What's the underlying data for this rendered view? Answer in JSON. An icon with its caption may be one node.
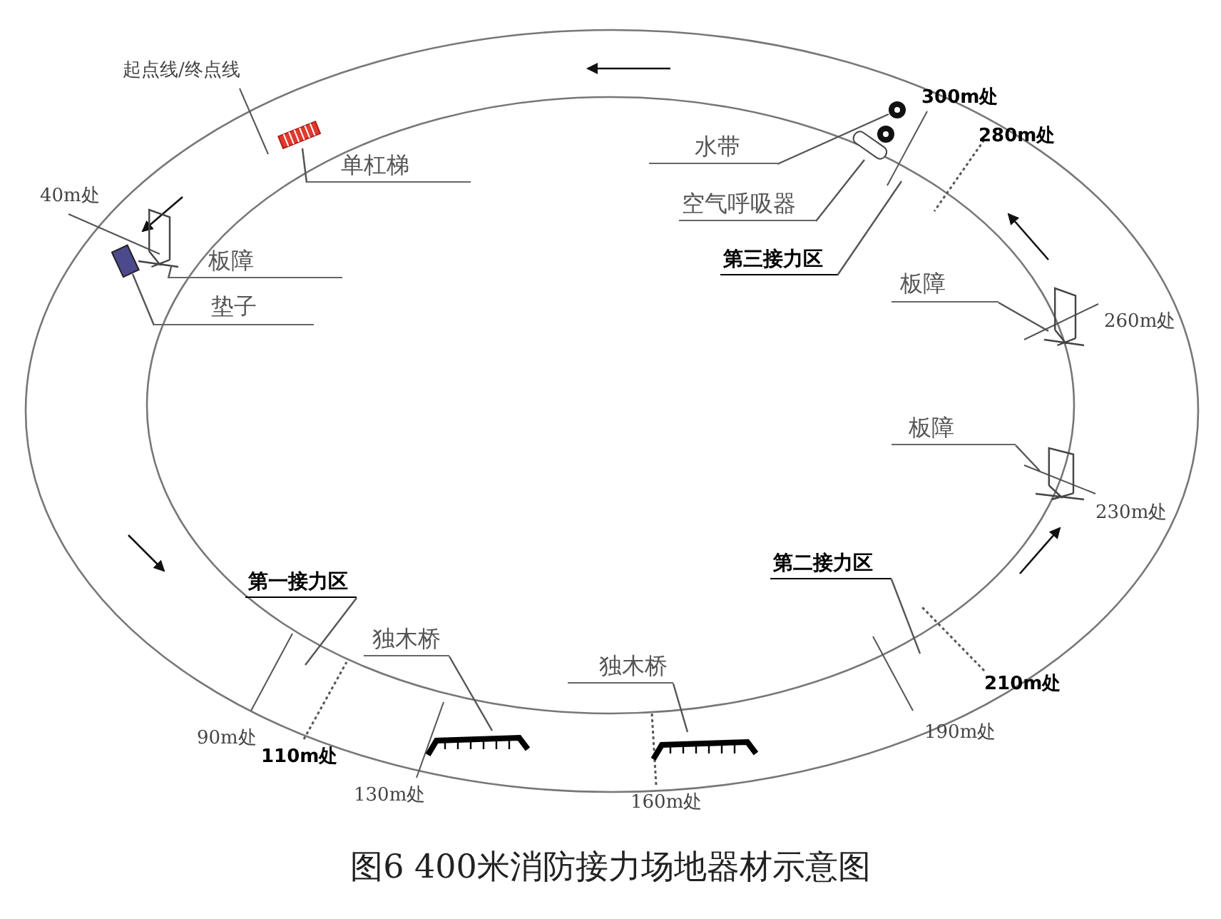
{
  "diagram": {
    "caption": "图6  400米消防接力场地器材示意图",
    "nodes": [
      {
        "text": [
          "单杠梯"
        ]
      },
      {
        "text": [],
        "shape": "picture"
      },
      {
        "text": [
          "板障"
        ]
      },
      {
        "text": [],
        "shape": "picture"
      },
      {
        "text": [
          "垫子"
        ]
      },
      {
        "text": [],
        "shape": "box"
      },
      {
        "text": [
          "水带"
        ]
      },
      {
        "text": [],
        "shape": "picture"
      },
      {
        "text": [
          "空气呼吸器"
        ]
      },
      {
        "text": [],
        "shape": "picture"
      },
      {
        "text": [
          "第三接力区"
        ]
      },
      {
        "text": [
          "板障"
        ]
      },
      {
        "text": [],
        "shape": "picture"
      },
      {
        "text": [
          "板障"
        ]
      },
      {
        "text": [],
        "shape": "picture"
      },
      {
        "text": [
          "第二接力区"
        ]
      },
      {
        "text": [
          "第一接力区"
        ]
      },
      {
        "text": [
          "独木桥"
        ]
      },
      {
        "text": [],
        "shape": "picture"
      },
      {
        "text": [
          "独木桥"
        ]
      },
      {
        "text": [],
        "shape": "picture"
      }
    ],
    "edges": [
      {
        "from": 0,
        "to": 1,
        "arrow": "none"
      },
      {
        "from": 2,
        "to": 3,
        "arrow": "none"
      },
      {
        "from": 4,
        "to": 5,
        "arrow": "none"
      },
      {
        "from": 6,
        "to": 7,
        "arrow": "none"
      },
      {
        "from": 8,
        "to": 9,
        "arrow": "none"
      },
      {
        "from": 10,
        "to": null,
        "arrow": "none"
      },
      {
        "from": 11,
        "to": 12,
        "arrow": "none"
      },
      {
        "from": 13,
        "to": 14,
        "arrow": "none"
      },
      {
        "from": 15,
        "to": null,
        "arrow": "none"
      },
      {
        "from": 16,
        "to": null,
        "arrow": "none"
      },
      {
        "from": 17,
        "to": 18,
        "arrow": "none"
      },
      {
        "from": 19,
        "to": 20,
        "arrow": "none"
      }
    ],
    "labels": [
      "起点线/终点线",
      "300m处",
      "280m处",
      "40m处",
      "260m处",
      "230m处",
      "210m处",
      "90m处",
      "190m处",
      "110m处",
      "130m处",
      "160m处"
    ]
  }
}
